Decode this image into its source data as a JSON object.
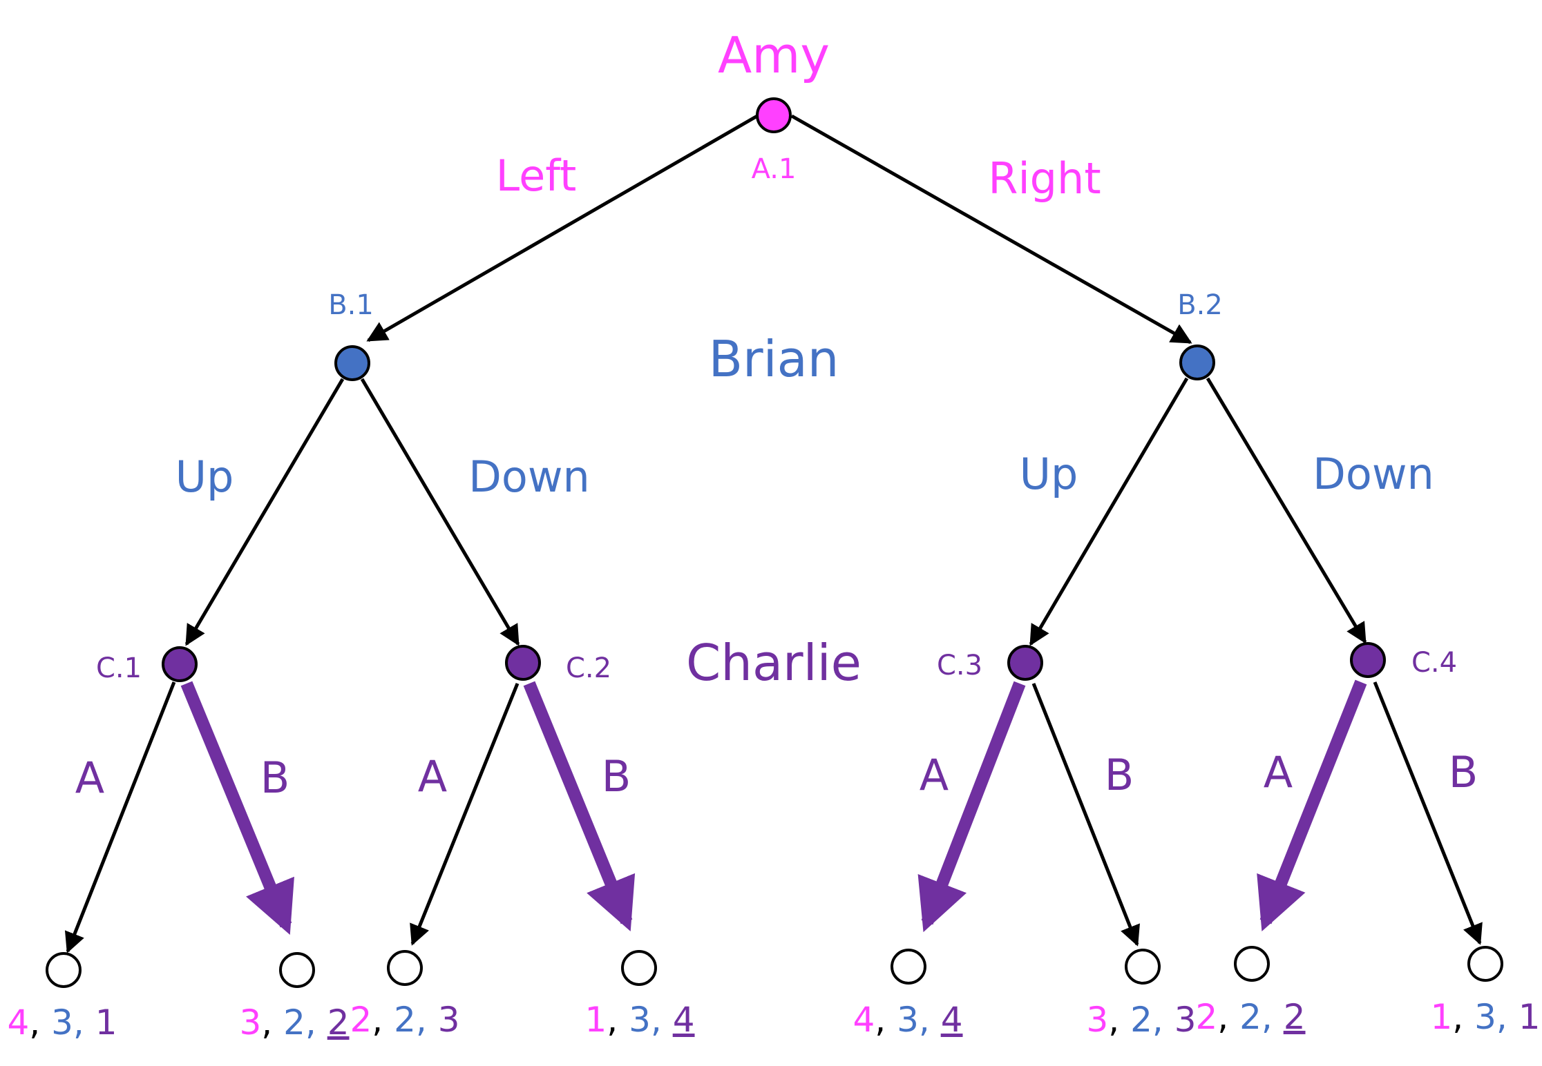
{
  "colors": {
    "amy": "#FF40FF",
    "brian": "#4472C4",
    "charlie": "#7030A0",
    "edge": "#000000",
    "leaf_fill": "#FFFFFF"
  },
  "players": {
    "amy": "Amy",
    "brian": "Brian",
    "charlie": "Charlie"
  },
  "nodes": {
    "a1": "A.1",
    "b1": "B.1",
    "b2": "B.2",
    "c1": "C.1",
    "c2": "C.2",
    "c3": "C.3",
    "c4": "C.4"
  },
  "moves": {
    "left": "Left",
    "right": "Right",
    "b1_up": "Up",
    "b1_down": "Down",
    "b2_up": "Up",
    "b2_down": "Down",
    "c1_a": "A",
    "c1_b": "B",
    "c2_a": "A",
    "c2_b": "B",
    "c3_a": "A",
    "c3_b": "B",
    "c4_a": "A",
    "c4_b": "B"
  },
  "payoffs": [
    {
      "amy": "4",
      "brian": "3",
      "charlie": "1",
      "charlie_underlined": false,
      "best": false
    },
    {
      "amy": "3",
      "brian": "2",
      "charlie": "2",
      "charlie_underlined": true,
      "best": true
    },
    {
      "amy": "2",
      "brian": "2",
      "charlie": "3",
      "charlie_underlined": false,
      "best": false
    },
    {
      "amy": "1",
      "brian": "3",
      "charlie": "4",
      "charlie_underlined": true,
      "best": true
    },
    {
      "amy": "4",
      "brian": "3",
      "charlie": "4",
      "charlie_underlined": true,
      "best": true
    },
    {
      "amy": "3",
      "brian": "2",
      "charlie": "3",
      "charlie_underlined": false,
      "best": false
    },
    {
      "amy": "2",
      "brian": "2",
      "charlie": "2",
      "charlie_underlined": true,
      "best": true
    },
    {
      "amy": "1",
      "brian": "3",
      "charlie": "1",
      "charlie_underlined": false,
      "best": false
    }
  ],
  "separator": ", "
}
